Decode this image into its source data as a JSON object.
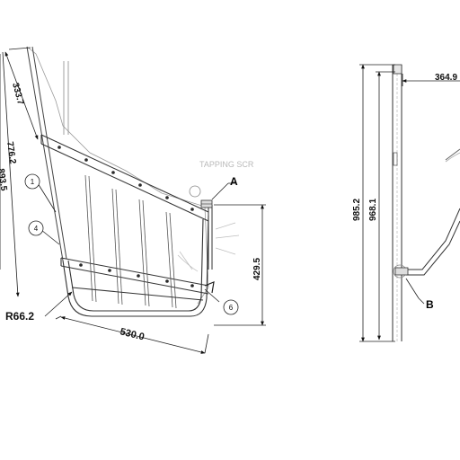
{
  "drawing": {
    "front_view": {
      "dimensions": {
        "d_333_7": "333.7",
        "d_776_2": "776.2",
        "d_893_5": "893.5",
        "d_429_5": "429.5",
        "d_530_0": "530.0",
        "radius": "R66.2"
      },
      "balloons": {
        "b1": "1",
        "b4": "4",
        "b6": "6"
      },
      "detail_label": "A",
      "note": "TAPPING SCR"
    },
    "side_view": {
      "dimensions": {
        "d_985_2": "985.2",
        "d_968_1": "968.1",
        "d_364_9": "364.9"
      },
      "detail_label": "B"
    }
  }
}
